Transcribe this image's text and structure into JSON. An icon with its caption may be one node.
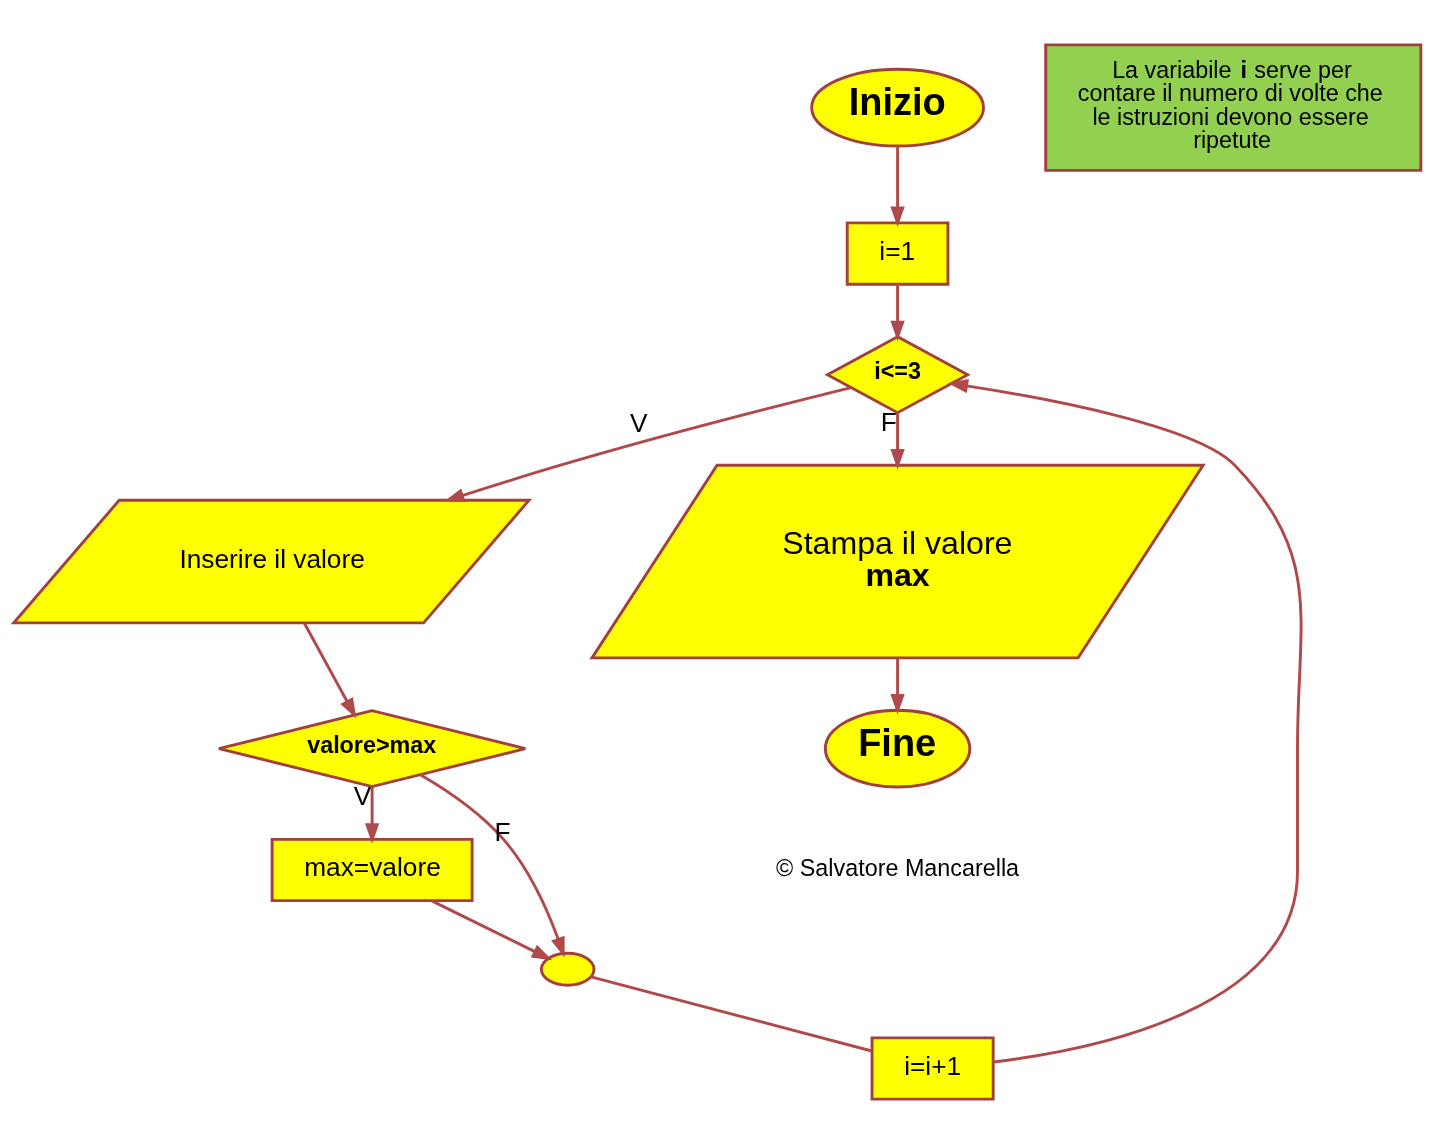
{
  "diagram": {
    "nodes": [
      {
        "text": [
          "Inizio"
        ]
      },
      {
        "text": [
          "i=1"
        ]
      },
      {
        "text": [
          "i<=3"
        ]
      },
      {
        "text": [
          "Inserire il valore"
        ]
      },
      {
        "text": [
          "valore>max"
        ]
      },
      {
        "text": [
          "max=valore"
        ]
      },
      {
        "text": [],
        "shape": "circle"
      },
      {
        "text": [
          "i=i+1"
        ]
      },
      {
        "text": [
          "Stampa il valore **max**"
        ]
      },
      {
        "text": [
          "Fine"
        ]
      },
      {
        "text": [
          "La variabile **i** serve per contare il numero di volte che le istruzioni devono essere ripetute"
        ]
      }
    ],
    "edges": [
      {
        "from": 0,
        "to": 1,
        "arrow": "to"
      },
      {
        "from": 1,
        "to": 2,
        "arrow": "to"
      },
      {
        "from": 2,
        "to": 3,
        "label": "V",
        "arrow": "to"
      },
      {
        "from": 2,
        "to": 8,
        "label": "F",
        "arrow": "to"
      },
      {
        "from": 3,
        "to": 4,
        "arrow": "to"
      },
      {
        "from": 4,
        "to": 5,
        "label": "V",
        "arrow": "to"
      },
      {
        "from": 4,
        "to": 6,
        "label": "F",
        "arrow": "to"
      },
      {
        "from": 5,
        "to": 6,
        "arrow": "to"
      },
      {
        "from": 6,
        "to": 7,
        "arrow": "none"
      },
      {
        "from": 7,
        "to": 2,
        "arrow": "to"
      },
      {
        "from": 8,
        "to": 9,
        "arrow": "to"
      }
    ],
    "labels": [
      "© Salvatore Mancarella"
    ]
  }
}
